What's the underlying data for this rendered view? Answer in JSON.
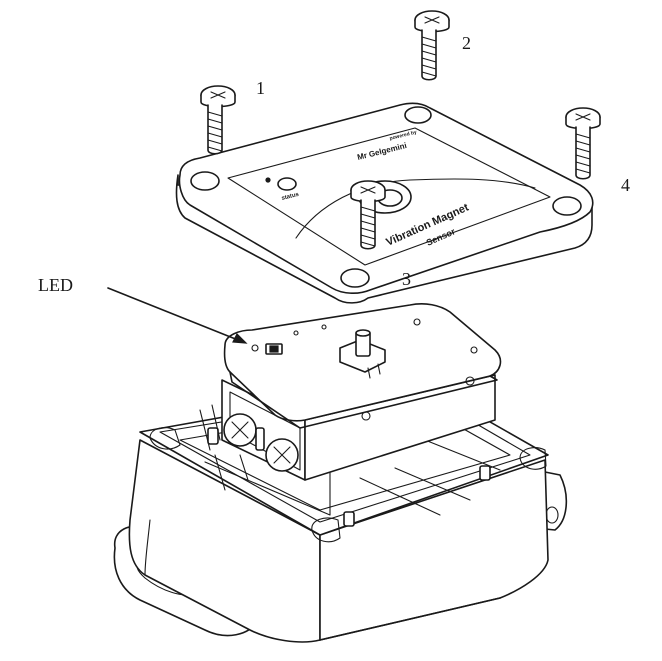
{
  "figure": {
    "labels": {
      "screw_1": "1",
      "screw_2": "2",
      "screw_3": "3",
      "screw_4": "4",
      "led": "LED"
    },
    "lid_text": {
      "brand": "Mr Gelgemini",
      "brand_sub": "powered by",
      "status": "status",
      "product_line1": "Vibration Magnet",
      "product_line2": "Sensor"
    },
    "colors": {
      "line": "#1a1a1a",
      "background": "#ffffff"
    }
  }
}
